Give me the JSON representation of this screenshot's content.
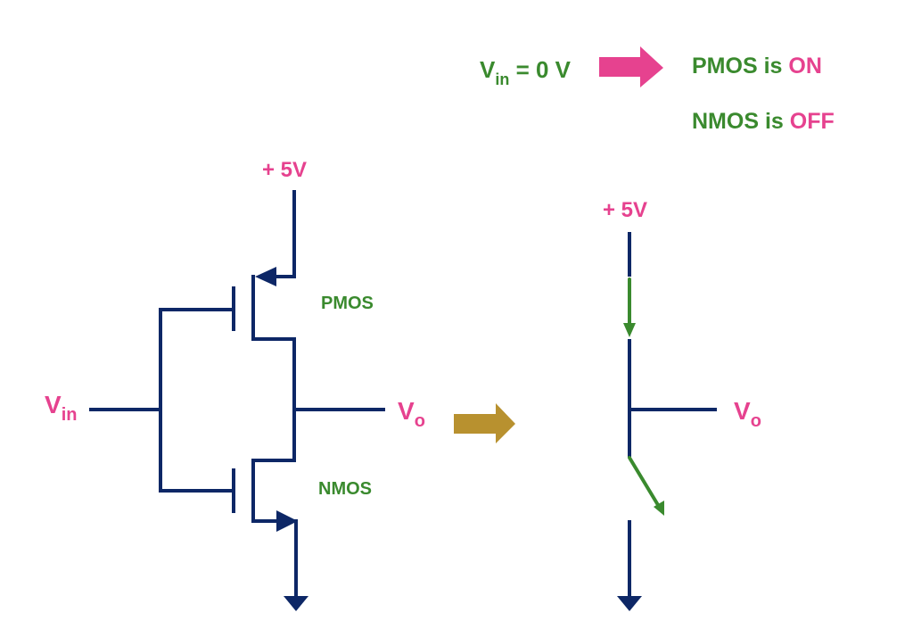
{
  "header": {
    "vin_main": "V",
    "vin_sub": "in",
    "vin_value": " = 0 V",
    "pmos_prefix": "PMOS is ",
    "pmos_state": "ON",
    "nmos_prefix": "NMOS is ",
    "nmos_state": "OFF"
  },
  "circuit": {
    "supply": "+ 5V",
    "input_main": "V",
    "input_sub": "in",
    "output_main": "V",
    "output_sub": "o",
    "pmos_label": "PMOS",
    "nmos_label": "NMOS"
  },
  "equivalent": {
    "supply": "+ 5V",
    "output_main": "V",
    "output_sub": "o"
  },
  "colors": {
    "wire": "#0d2766",
    "label_pink": "#e6428f",
    "label_green": "#3a8a2e",
    "arrow_pink": "#e6428f",
    "arrow_gold": "#b8912f"
  }
}
